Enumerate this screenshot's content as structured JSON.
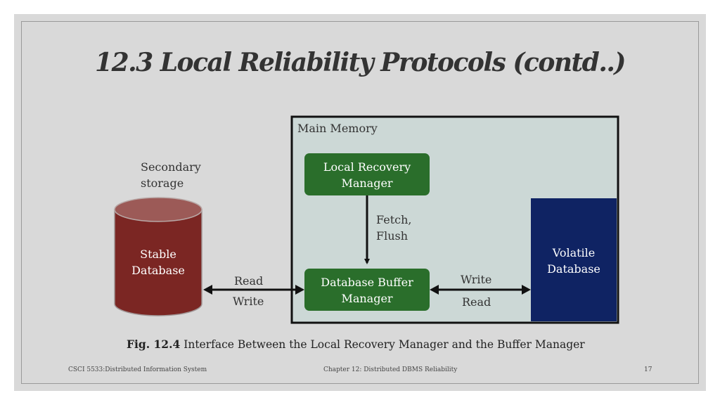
{
  "slide": {
    "title": "12.3 Local Reliability Protocols (contd..)"
  },
  "diagram": {
    "main_memory_label": "Main Memory",
    "secondary_storage_label_line1": "Secondary",
    "secondary_storage_label_line2": "storage",
    "stable_db_line1": "Stable",
    "stable_db_line2": "Database",
    "lrm_line1": "Local Recovery",
    "lrm_line2": "Manager",
    "dbm_line1": "Database Buffer",
    "dbm_line2": "Manager",
    "volatile_db_line1": "Volatile",
    "volatile_db_line2": "Database",
    "fetch_label": "Fetch,",
    "flush_label": "Flush",
    "left_read": "Read",
    "left_write": "Write",
    "right_write": "Write",
    "right_read": "Read",
    "colors": {
      "main_memory_fill": "#ccd8d6",
      "manager_green": "#2a6e2b",
      "cylinder_red": "#7b2623",
      "volatile_navy": "#0f2363"
    }
  },
  "caption": {
    "fig_label": "Fig. 12.4",
    "text": " Interface Between the Local Recovery Manager and the Buffer Manager"
  },
  "footer": {
    "left": "CSCI 5533:Distributed Information System",
    "center": "Chapter 12: Distributed DBMS Reliability",
    "page_number": "17"
  }
}
